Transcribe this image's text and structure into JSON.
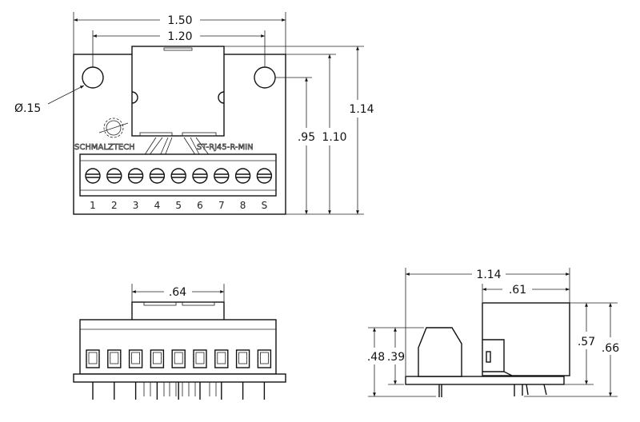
{
  "top_view": {
    "dim_overall_width": "1.50",
    "dim_hole_spacing": "1.20",
    "dim_hole_diameter": "Ø.15",
    "dim_hole_to_bottom": ".95",
    "dim_board_height": "1.10",
    "dim_overall_height": "1.14",
    "brand_label": "SCHMALZTECH",
    "part_label": "ST-RJ45-R-MIN",
    "terminal_labels": [
      "1",
      "2",
      "3",
      "4",
      "5",
      "6",
      "7",
      "8",
      "S"
    ]
  },
  "front_view": {
    "dim_connector_width": ".64"
  },
  "side_view": {
    "dim_overall_length": "1.14",
    "dim_connector_depth": ".61",
    "dim_terminal_height_total": ".48",
    "dim_terminal_height": ".39",
    "dim_connector_height": ".57",
    "dim_overall_height": ".66"
  }
}
